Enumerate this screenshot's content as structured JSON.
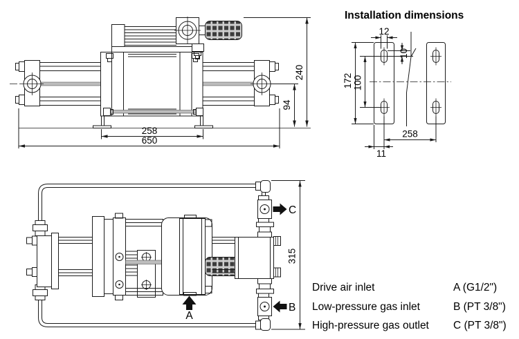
{
  "colors": {
    "ink": "#1a1a1a",
    "background": "#ffffff",
    "hatch_fill": "#bdbdbd"
  },
  "side_view": {
    "dim_bracket_spacing": "258",
    "dim_overall_length": "650",
    "dim_overall_height": "240",
    "dim_centerline_height": "94"
  },
  "installation": {
    "title": "Installation dimensions",
    "dim_slot_width": "12",
    "dim_slot_length": "10",
    "dim_plate_height": "172",
    "dim_hole_spacing": "100",
    "dim_plate_distance": "258",
    "dim_edge_offset": "11"
  },
  "plan_view": {
    "dim_overall_width": "315",
    "port_a_label": "A",
    "port_b_label": "B",
    "port_c_label": "C"
  },
  "legend": {
    "rows": [
      {
        "label": "Drive air inlet",
        "value": "A (G1/2\")"
      },
      {
        "label": "Low-pressure gas inlet",
        "value": "B (PT 3/8\")"
      },
      {
        "label": "High-pressure gas outlet",
        "value": "C (PT 3/8\")"
      }
    ]
  }
}
